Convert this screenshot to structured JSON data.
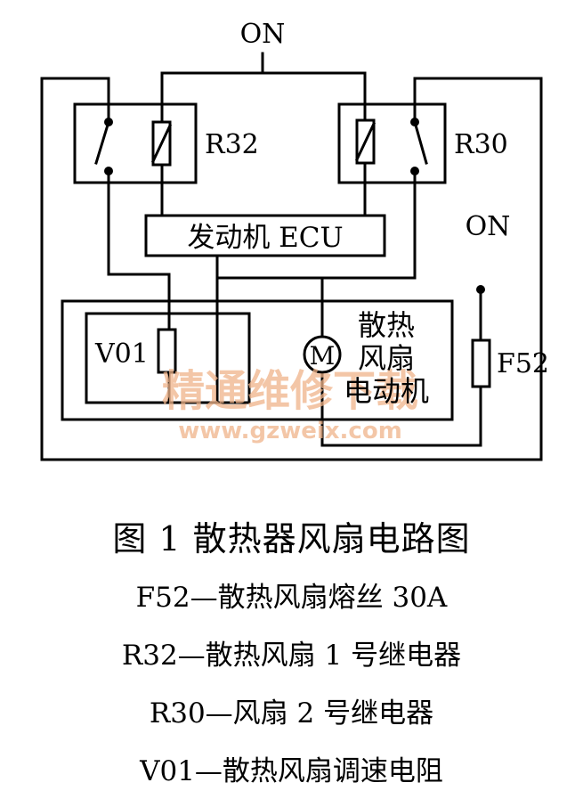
{
  "diagram": {
    "labels": {
      "on_top": "ON",
      "on_right": "ON",
      "r32": "R32",
      "r30": "R30",
      "ecu": "发动机 ECU",
      "v01": "V01",
      "motor_symbol": "M",
      "motor_line1": "散热",
      "motor_line2": "风扇",
      "motor_line3": "电动机",
      "f52": "F52"
    },
    "watermark": {
      "line1": "精通维修下载",
      "line2": "www.gzweix.com"
    }
  },
  "caption": {
    "title": "图 1   散热器风扇电路图",
    "legend": [
      "F52—散热风扇熔丝 30A",
      "R32—散热风扇 1 号继电器",
      "R30—风扇 2 号继电器",
      "V01—散热风扇调速电阻"
    ]
  },
  "colors": {
    "line": "#000000",
    "watermark": "#f0b48a"
  }
}
